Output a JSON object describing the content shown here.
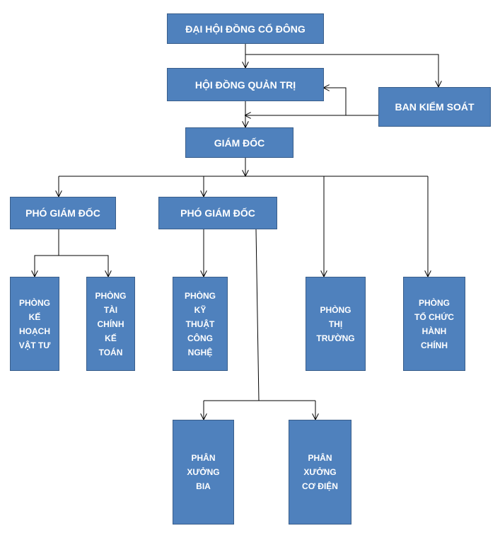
{
  "boxes": {
    "dai_hoi_dong_co_dong": "ĐẠI HỘI ĐỒNG CỔ ĐÔNG",
    "hoi_dong_quan_tri": "HỘI ĐỒNG QUẢN TRỊ",
    "ban_kiem_soat": "BAN KIỂM SOÁT",
    "giam_doc": "GIÁM ĐỐC",
    "pho_giam_doc_1": "PHÓ GIÁM ĐỐC",
    "pho_giam_doc_2": "PHÓ GIÁM ĐỐC",
    "phong_ke_hoach_vat_tu": "PHÒNG\nKẾ\nHOẠCH\nVẬT TƯ",
    "phong_tai_chinh_ke_toan": "PHÒNG\nTÀI\nCHÍNH\nKẾ\nTOÁN",
    "phong_ky_thuat_cong_nghe": "PHÒNG\nKỸ\nTHUẬT\nCÔNG\nNGHỆ",
    "phong_thi_truong": "PHÒNG\nTHỊ\nTRƯỜNG",
    "phong_to_chuc_hanh_chinh": "PHÒNG\nTỔ CHỨC\nHÀNH\nCHÍNH",
    "phan_xuong_bia": "PHÂN\nXƯỞNG\nBIA",
    "phan_xuong_co_dien": "PHÂN\nXƯỞNG\nCƠ ĐIỆN"
  }
}
